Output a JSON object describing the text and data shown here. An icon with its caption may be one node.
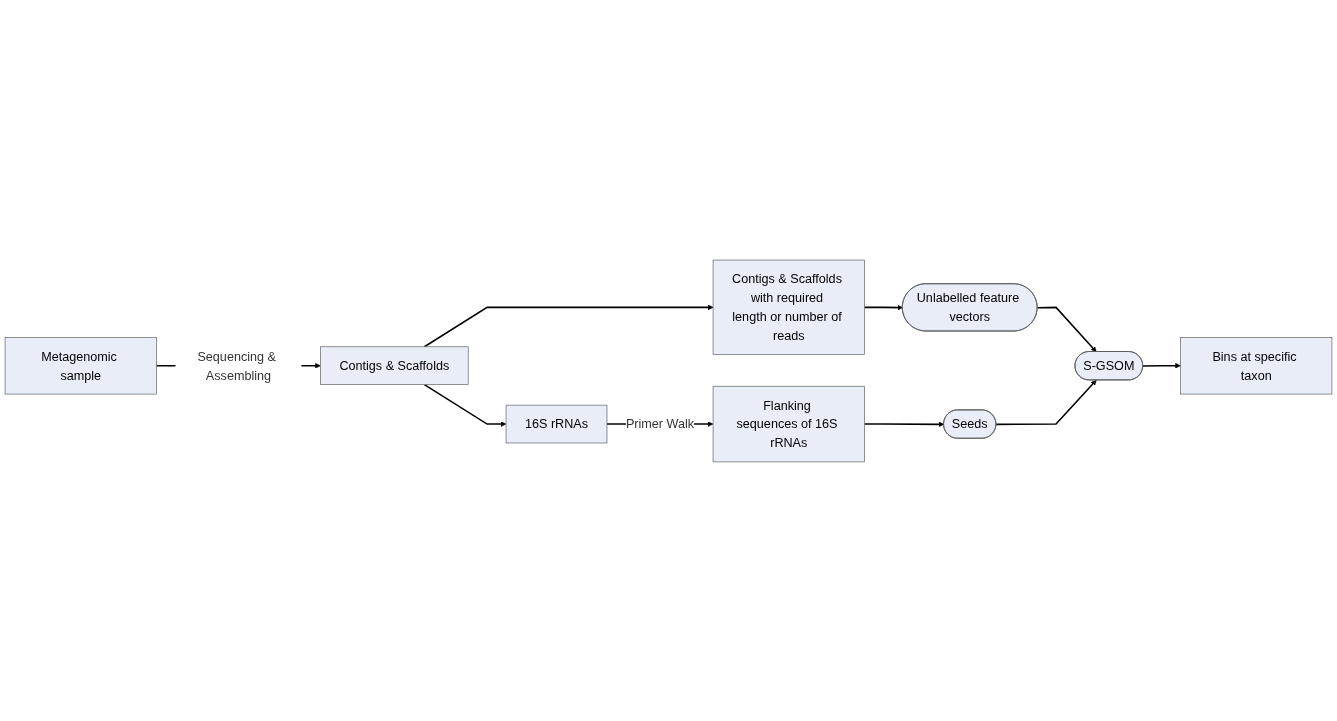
{
  "diagram": {
    "nodes": [
      {
        "text": [
          "Metagenomic sample"
        ]
      },
      {
        "text": [
          "Contigs & Scaffolds"
        ]
      },
      {
        "text": [
          "Contigs & Scaffolds with required length or number of reads"
        ]
      },
      {
        "text": [
          "Unlabelled feature vectors"
        ]
      },
      {
        "text": [
          "16S rRNAs"
        ]
      },
      {
        "text": [
          "Flanking sequences of 16S rRNAs"
        ]
      },
      {
        "text": [
          "Seeds"
        ]
      },
      {
        "text": [
          "S-GSOM"
        ]
      },
      {
        "text": [
          "Bins at specific taxon"
        ]
      }
    ],
    "edges": [
      {
        "from": 0,
        "to": 1,
        "arrow": "to",
        "label": "Sequencing & Assembling"
      },
      {
        "from": 1,
        "to": 2,
        "arrow": "to"
      },
      {
        "from": 2,
        "to": 3,
        "arrow": "to"
      },
      {
        "from": 1,
        "to": 4,
        "arrow": "to"
      },
      {
        "from": 4,
        "to": 5,
        "arrow": "to",
        "label": "Primer Walk"
      },
      {
        "from": 5,
        "to": 6,
        "arrow": "to"
      },
      {
        "from": 3,
        "to": 7,
        "arrow": "to"
      },
      {
        "from": 6,
        "to": 7,
        "arrow": "to"
      },
      {
        "from": 7,
        "to": 8,
        "arrow": "to"
      }
    ]
  }
}
